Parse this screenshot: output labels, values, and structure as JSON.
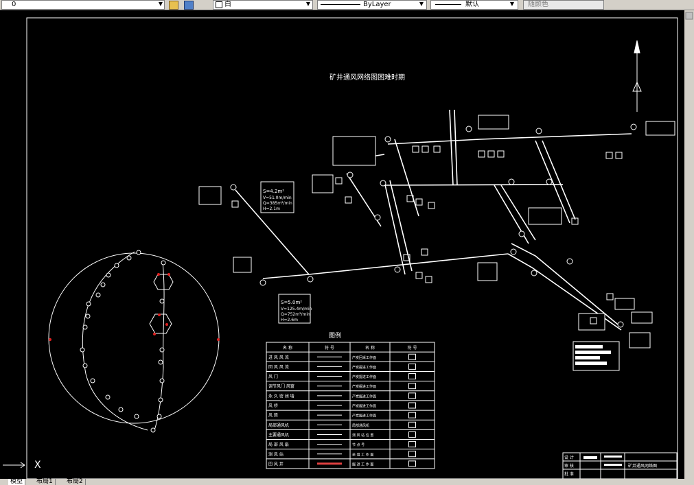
{
  "toolbar": {
    "layer_value": "0",
    "color_value": "白",
    "linetype_value": "ByLayer",
    "lineweight_value": "默认",
    "plotstyle_value": "随颜色"
  },
  "drawing": {
    "title": "矿井通风网络图困难时期",
    "legend_title": "图例",
    "legend_headers": [
      "名 称",
      "符 号",
      "名 称",
      "符 号"
    ],
    "legend_rows": [
      [
        "进 风 风 流",
        "",
        "产炭回采工作面",
        ""
      ],
      [
        "回 风 风 流",
        "",
        "产炭掘进工作面",
        ""
      ],
      [
        "风 门",
        "",
        "产炭掘进工作面",
        ""
      ],
      [
        "调节风门 风窗",
        "",
        "产炭掘进工作面",
        ""
      ],
      [
        "永 久 密 闭 墙",
        "",
        "产炭掘进工作面",
        ""
      ],
      [
        "风 桥",
        "",
        "产炭掘进工作面",
        ""
      ],
      [
        "风 筒",
        "",
        "产炭掘进工作面",
        ""
      ],
      [
        "局部通风机",
        "",
        "局部通风机",
        ""
      ],
      [
        "主要通风机",
        "",
        "测 风 站 位 置",
        ""
      ],
      [
        "局 部 风 扇",
        "",
        "节 点 号",
        ""
      ],
      [
        "测 风 站",
        "",
        "采 煤 工 作 面",
        ""
      ],
      [
        "回 风 井",
        "",
        "掘 进 工 作 面",
        ""
      ]
    ],
    "airway_labels": [
      [
        "S=4.2m²",
        "V=51.0m/min",
        "Q=385m³/min",
        "H=2.1m"
      ],
      [
        "S=5.0m²",
        "V=125.4m/min",
        "Q=752m³/min",
        "H=2.6m"
      ]
    ],
    "titleblock_rows": [
      "设 计",
      "审 核",
      "批 准"
    ],
    "titleblock_org": "矿井通风网络图",
    "axis_x": "X"
  },
  "layout_tabs": [
    "模型",
    "布局1",
    "布局2"
  ]
}
